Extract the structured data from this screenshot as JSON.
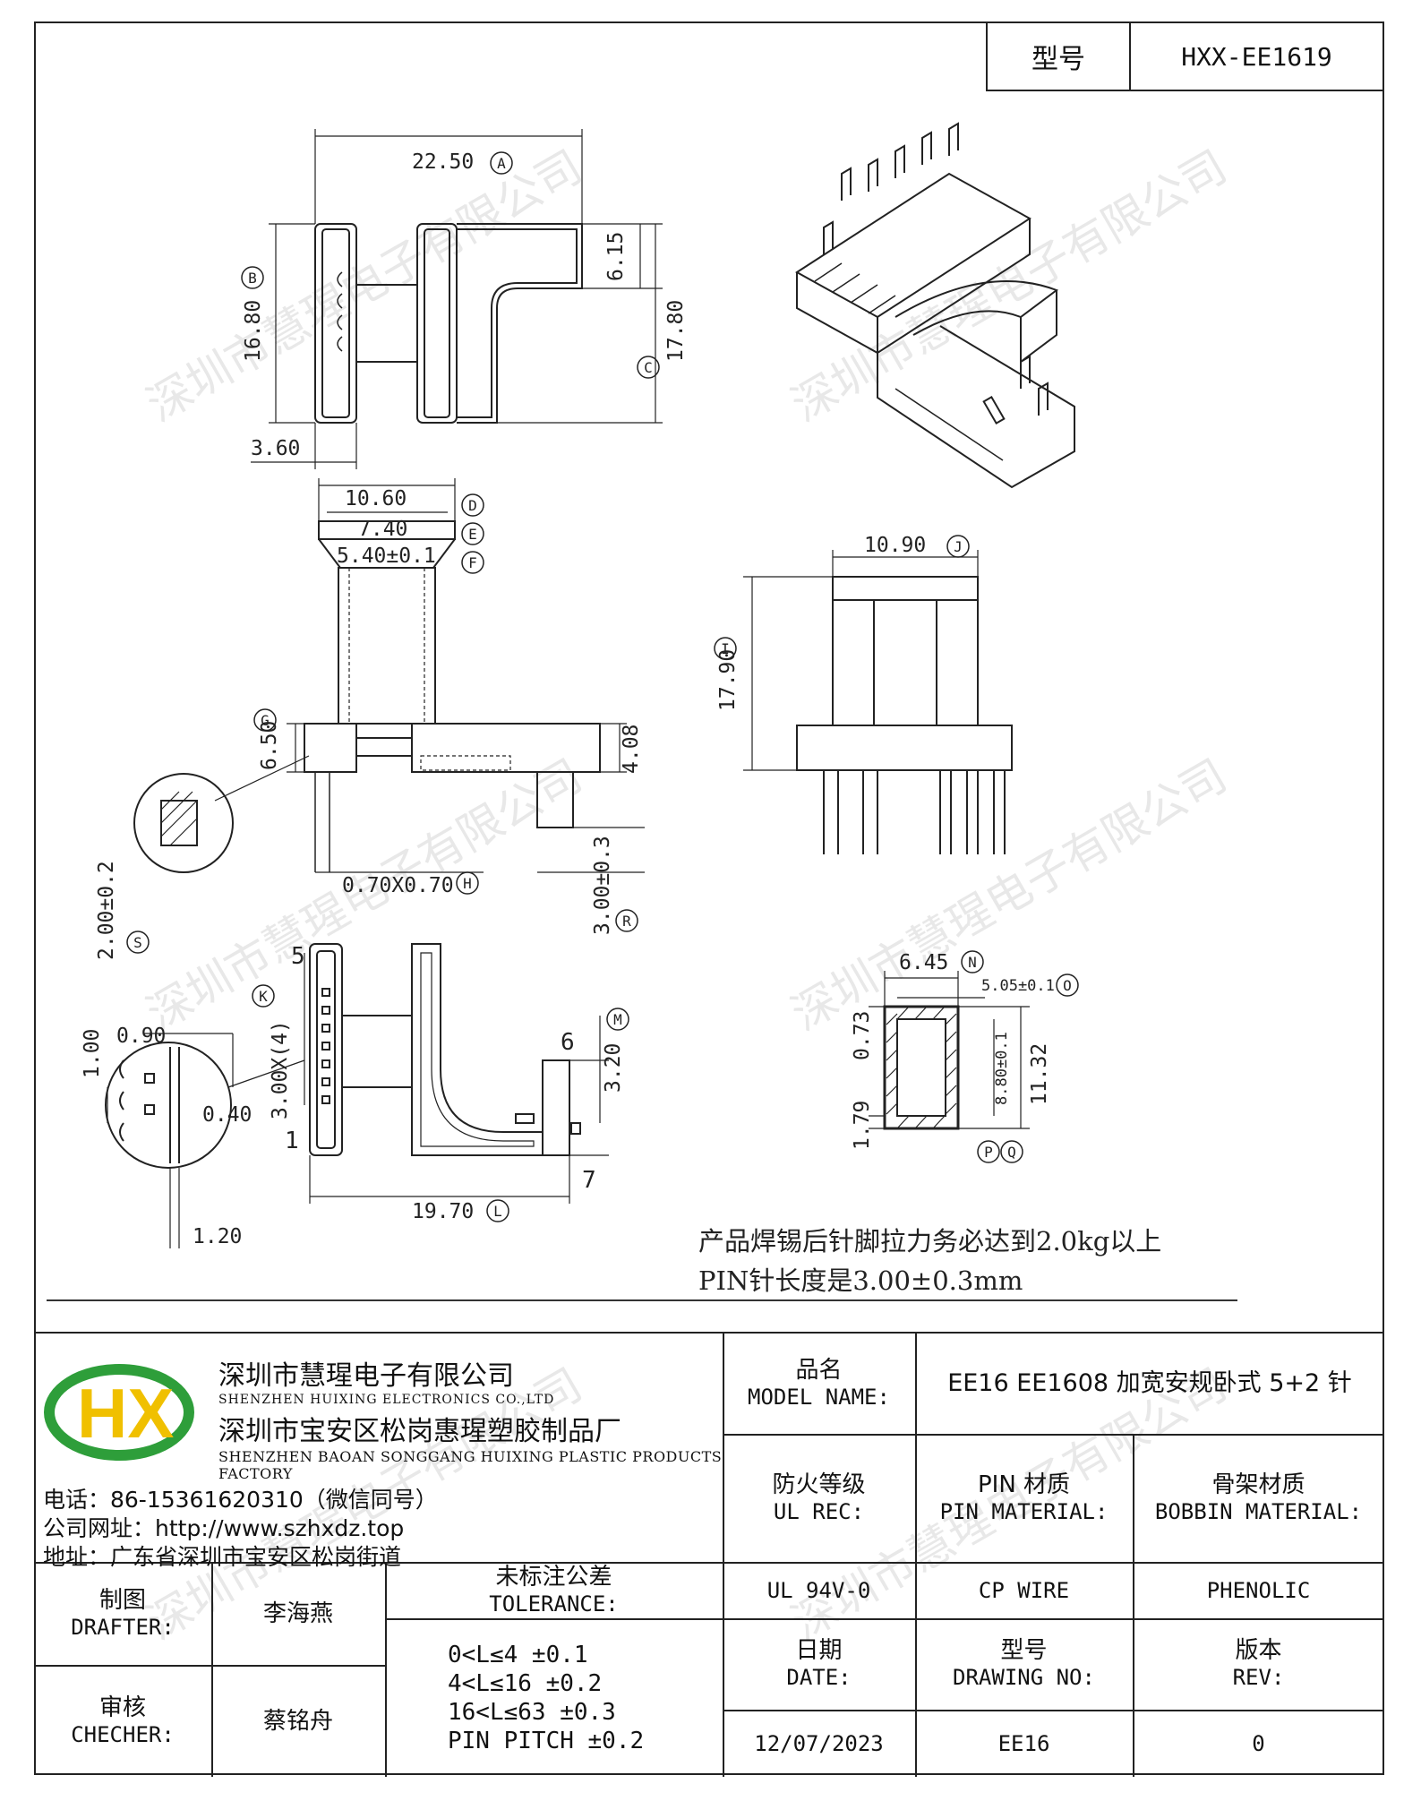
{
  "header": {
    "model_label": "型号",
    "model_value": "HXX-EE1619"
  },
  "dimensions": {
    "A": "22.50",
    "B": "16.80",
    "C": "17.80",
    "h615": "6.15",
    "w360": "3.60",
    "D": "10.60",
    "E": "7.40",
    "F": "5.40±0.1",
    "G": "6.50",
    "h408": "4.08",
    "H": "0.70X0.70",
    "R": "3.00±0.3",
    "S": "2.00±0.2",
    "I": "17.90",
    "J": "10.90",
    "K": "3.00X(4)",
    "M": "3.20",
    "L": "19.70",
    "d090": "0.90",
    "d100": "1.00",
    "d040": "0.40",
    "d120": "1.20",
    "N": "6.45",
    "O": "5.05±0.1",
    "d073": "0.73",
    "d179": "1.79",
    "P": "8.80±0.1",
    "Q": "11.32"
  },
  "circle_letters": [
    "A",
    "B",
    "C",
    "D",
    "E",
    "F",
    "G",
    "H",
    "R",
    "S",
    "I",
    "J",
    "K",
    "M",
    "L",
    "N",
    "O",
    "P",
    "Q"
  ],
  "pin_numbers": {
    "p5": "5",
    "p1": "1",
    "p6": "6",
    "p7": "7"
  },
  "notes": [
    "产品焊锡后针脚拉力务必达到2.0kg以上",
    "PIN针长度是3.00±0.3mm"
  ],
  "watermark": "深圳市慧瑆电子有限公司",
  "company": {
    "logo_text": "HX",
    "name_cn": "深圳市慧瑆电子有限公司",
    "name_en": "SHENZHEN HUIXING ELECTRONICS CO.,LTD",
    "factory_cn": "深圳市宝安区松岗惠瑆塑胶制品厂",
    "factory_en": "SHENZHEN BAOAN SONGGANG HUIXING PLASTIC PRODUCTS FACTORY",
    "phone": "电话：86-15361620310（微信同号）",
    "website": "公司网址：http://www.szhxdz.top",
    "address": "地址：广东省深圳市宝安区松岗街道"
  },
  "titleblock": {
    "model_name_cn": "品名",
    "model_name_en": "MODEL NAME:",
    "model_name_value": "EE16 EE1608 加宽安规卧式 5+2 针",
    "ul_cn": "防火等级",
    "ul_en": "UL REC:",
    "ul_value": "UL 94V-0",
    "pin_mat_cn": "PIN 材质",
    "pin_mat_en": "PIN MATERIAL:",
    "pin_mat_value": "CP WIRE",
    "bobbin_mat_cn": "骨架材质",
    "bobbin_mat_en": "BOBBIN MATERIAL:",
    "bobbin_mat_value": "PHENOLIC",
    "drafter_cn": "制图",
    "drafter_en": "DRAFTER:",
    "drafter_value": "李海燕",
    "checker_cn": "审核",
    "checker_en": "CHECHER:",
    "checker_value": "蔡铭舟",
    "tol_cn": "未标注公差",
    "tol_en": "TOLERANCE:",
    "tol_lines": [
      "0<L≤4  ±0.1",
      "4<L≤16 ±0.2",
      "16<L≤63 ±0.3",
      "PIN PITCH ±0.2"
    ],
    "date_cn": "日期",
    "date_en": "DATE:",
    "date_value": "12/07/2023",
    "dwg_cn": "型号",
    "dwg_en": "DRAWING NO:",
    "dwg_value": "EE16",
    "rev_cn": "版本",
    "rev_en": "REV:",
    "rev_value": "0"
  }
}
